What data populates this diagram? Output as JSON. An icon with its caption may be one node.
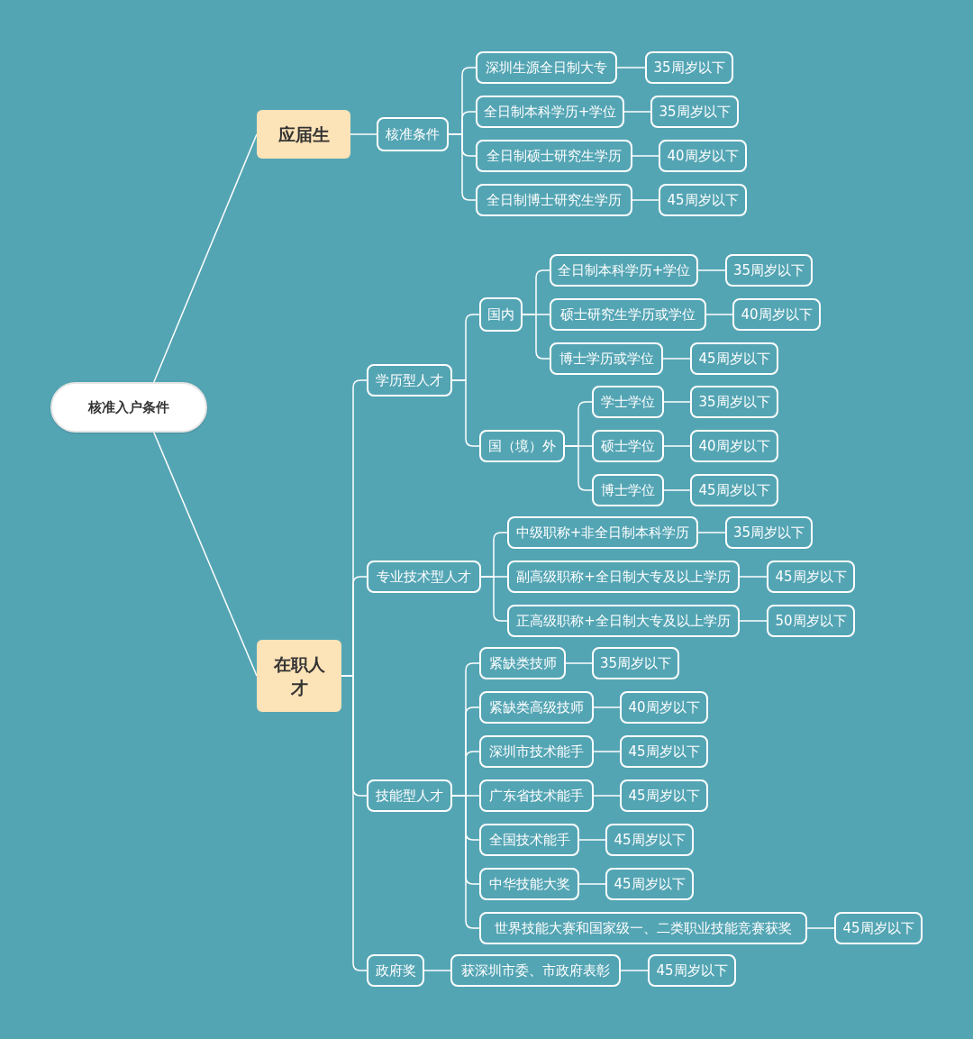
{
  "diagram": {
    "nodes": [
      {
        "text": [
          "核准入户条件"
        ]
      },
      {
        "text": [
          "应届生"
        ]
      },
      {
        "text": [
          "核准条件"
        ]
      },
      {
        "text": [
          "深圳生源全日制大专"
        ]
      },
      {
        "text": [
          "35周岁以下"
        ]
      },
      {
        "text": [
          "全日制本科学历+学位"
        ]
      },
      {
        "text": [
          "35周岁以下"
        ]
      },
      {
        "text": [
          "全日制硕士研究生学历"
        ]
      },
      {
        "text": [
          "40周岁以下"
        ]
      },
      {
        "text": [
          "全日制博士研究生学历"
        ]
      },
      {
        "text": [
          "45周岁以下"
        ]
      },
      {
        "text": [
          "在职人才"
        ]
      },
      {
        "text": [
          "学历型人才"
        ]
      },
      {
        "text": [
          "国内"
        ]
      },
      {
        "text": [
          "全日制本科学历+学位"
        ]
      },
      {
        "text": [
          "35周岁以下"
        ]
      },
      {
        "text": [
          "硕士研究生学历或学位"
        ]
      },
      {
        "text": [
          "40周岁以下"
        ]
      },
      {
        "text": [
          "博士学历或学位"
        ]
      },
      {
        "text": [
          "45周岁以下"
        ]
      },
      {
        "text": [
          "国（境）外"
        ]
      },
      {
        "text": [
          "学士学位"
        ]
      },
      {
        "text": [
          "35周岁以下"
        ]
      },
      {
        "text": [
          "硕士学位"
        ]
      },
      {
        "text": [
          "40周岁以下"
        ]
      },
      {
        "text": [
          "博士学位"
        ]
      },
      {
        "text": [
          "45周岁以下"
        ]
      },
      {
        "text": [
          "专业技术型人才"
        ]
      },
      {
        "text": [
          "中级职称+非全日制本科学历"
        ]
      },
      {
        "text": [
          "35周岁以下"
        ]
      },
      {
        "text": [
          "副高级职称+全日制大专及以上学历"
        ]
      },
      {
        "text": [
          "45周岁以下"
        ]
      },
      {
        "text": [
          "正高级职称+全日制大专及以上学历"
        ]
      },
      {
        "text": [
          "50周岁以下"
        ]
      },
      {
        "text": [
          "技能型人才"
        ]
      },
      {
        "text": [
          "紧缺类技师"
        ]
      },
      {
        "text": [
          "35周岁以下"
        ]
      },
      {
        "text": [
          "紧缺类高级技师"
        ]
      },
      {
        "text": [
          "40周岁以下"
        ]
      },
      {
        "text": [
          "深圳市技术能手"
        ]
      },
      {
        "text": [
          "45周岁以下"
        ]
      },
      {
        "text": [
          "广东省技术能手"
        ]
      },
      {
        "text": [
          "45周岁以下"
        ]
      },
      {
        "text": [
          "全国技术能手"
        ]
      },
      {
        "text": [
          "45周岁以下"
        ]
      },
      {
        "text": [
          "中华技能大奖"
        ]
      },
      {
        "text": [
          "45周岁以下"
        ]
      },
      {
        "text": [
          "世界技能大赛和国家级一、二类职业技能竞赛获奖"
        ]
      },
      {
        "text": [
          "45周岁以下"
        ]
      },
      {
        "text": [
          "政府奖"
        ]
      },
      {
        "text": [
          "获深圳市委、市政府表彰"
        ]
      },
      {
        "text": [
          "45周岁以下"
        ]
      }
    ],
    "edges": [
      {
        "from": 0,
        "to": 1,
        "arrow": "none"
      },
      {
        "from": 0,
        "to": 11,
        "arrow": "none"
      },
      {
        "from": 1,
        "to": 2,
        "arrow": "none"
      },
      {
        "from": 2,
        "to": 3,
        "arrow": "none"
      },
      {
        "from": 3,
        "to": 4,
        "arrow": "none"
      },
      {
        "from": 2,
        "to": 5,
        "arrow": "none"
      },
      {
        "from": 5,
        "to": 6,
        "arrow": "none"
      },
      {
        "from": 2,
        "to": 7,
        "arrow": "none"
      },
      {
        "from": 7,
        "to": 8,
        "arrow": "none"
      },
      {
        "from": 2,
        "to": 9,
        "arrow": "none"
      },
      {
        "from": 9,
        "to": 10,
        "arrow": "none"
      },
      {
        "from": 11,
        "to": 12,
        "arrow": "none"
      },
      {
        "from": 12,
        "to": 13,
        "arrow": "none"
      },
      {
        "from": 13,
        "to": 14,
        "arrow": "none"
      },
      {
        "from": 14,
        "to": 15,
        "arrow": "none"
      },
      {
        "from": 13,
        "to": 16,
        "arrow": "none"
      },
      {
        "from": 16,
        "to": 17,
        "arrow": "none"
      },
      {
        "from": 13,
        "to": 18,
        "arrow": "none"
      },
      {
        "from": 18,
        "to": 19,
        "arrow": "none"
      },
      {
        "from": 12,
        "to": 20,
        "arrow": "none"
      },
      {
        "from": 20,
        "to": 21,
        "arrow": "none"
      },
      {
        "from": 21,
        "to": 22,
        "arrow": "none"
      },
      {
        "from": 20,
        "to": 23,
        "arrow": "none"
      },
      {
        "from": 23,
        "to": 24,
        "arrow": "none"
      },
      {
        "from": 20,
        "to": 25,
        "arrow": "none"
      },
      {
        "from": 25,
        "to": 26,
        "arrow": "none"
      },
      {
        "from": 11,
        "to": 27,
        "arrow": "none"
      },
      {
        "from": 27,
        "to": 28,
        "arrow": "none"
      },
      {
        "from": 28,
        "to": 29,
        "arrow": "none"
      },
      {
        "from": 27,
        "to": 30,
        "arrow": "none"
      },
      {
        "from": 30,
        "to": 31,
        "arrow": "none"
      },
      {
        "from": 27,
        "to": 32,
        "arrow": "none"
      },
      {
        "from": 32,
        "to": 33,
        "arrow": "none"
      },
      {
        "from": 11,
        "to": 34,
        "arrow": "none"
      },
      {
        "from": 34,
        "to": 35,
        "arrow": "none"
      },
      {
        "from": 35,
        "to": 36,
        "arrow": "none"
      },
      {
        "from": 34,
        "to": 37,
        "arrow": "none"
      },
      {
        "from": 37,
        "to": 38,
        "arrow": "none"
      },
      {
        "from": 34,
        "to": 39,
        "arrow": "none"
      },
      {
        "from": 39,
        "to": 40,
        "arrow": "none"
      },
      {
        "from": 34,
        "to": 41,
        "arrow": "none"
      },
      {
        "from": 41,
        "to": 42,
        "arrow": "none"
      },
      {
        "from": 34,
        "to": 43,
        "arrow": "none"
      },
      {
        "from": 43,
        "to": 44,
        "arrow": "none"
      },
      {
        "from": 34,
        "to": 45,
        "arrow": "none"
      },
      {
        "from": 45,
        "to": 46,
        "arrow": "none"
      },
      {
        "from": 34,
        "to": 47,
        "arrow": "none"
      },
      {
        "from": 47,
        "to": 48,
        "arrow": "none"
      },
      {
        "from": 11,
        "to": 49,
        "arrow": "none"
      },
      {
        "from": 49,
        "to": 50,
        "arrow": "none"
      },
      {
        "from": 50,
        "to": 51,
        "arrow": "none"
      }
    ]
  }
}
